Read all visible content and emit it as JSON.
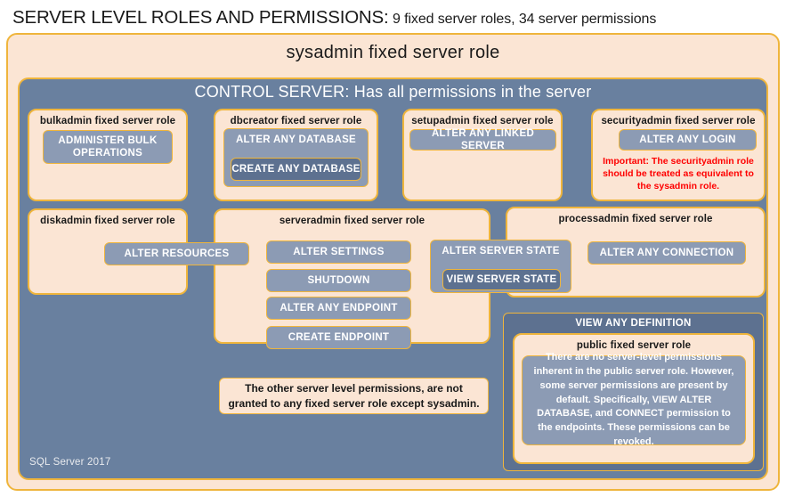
{
  "title": {
    "main": "SERVER LEVEL ROLES AND PERMISSIONS:",
    "sub": "9 fixed server roles, 34 server permissions"
  },
  "sysadmin": {
    "label": "sysadmin fixed server role"
  },
  "control_server": {
    "label": "CONTROL SERVER: Has all permissions in the server"
  },
  "roles": {
    "bulkadmin": {
      "title": "bulkadmin fixed server role",
      "permissions": [
        "ADMINISTER  BULK OPERATIONS"
      ]
    },
    "dbcreator": {
      "title": "dbcreator fixed server role",
      "outer_permission": "ALTER ANY DATABASE",
      "inner_permission": "CREATE  ANY DATABASE"
    },
    "setupadmin": {
      "title": "setupadmin fixed server role",
      "permissions": [
        "ALTER ANY LINKED SERVER"
      ]
    },
    "securityadmin": {
      "title": "securityadmin fixed server role",
      "permissions": [
        "ALTER ANY LOGIN"
      ],
      "warning": "Important:  The securityadmin role should  be treated as equivalent to the sysadmin role."
    },
    "diskadmin": {
      "title": "diskadmin fixed server role",
      "permissions": [
        "ALTER RESOURCES"
      ]
    },
    "serveradmin": {
      "title": "serveradmin fixed server role",
      "permissions": [
        "ALTER SETTINGS",
        "SHUTDOWN",
        "ALTER ANY ENDPOINT",
        "CREATE  ENDPOINT"
      ],
      "outer_permission": "ALTER SERVER STATE",
      "inner_permission": "VIEW SERVER STATE"
    },
    "processadmin": {
      "title": "processadmin fixed server role",
      "permissions": [
        "ALTER ANY CONNECTION"
      ]
    },
    "public": {
      "outer_permission": "VIEW ANY DEFINITION",
      "title": "public  fixed server role",
      "description": "There are no server-level permissions inherent in the public server role. However, some server permissions are present by default. Specifically, VIEW ALTER DATABASE, and CONNECT permission to the endpoints. These permissions can be revoked."
    }
  },
  "notes": {
    "other_permissions": "The other server level permissions,  are not granted to any fixed server role except sysadmin."
  },
  "footer": {
    "product": "SQL Server 2017"
  },
  "colors": {
    "peach": "#fbe5d4",
    "gold_border": "#efb53c",
    "slate": "#69809f",
    "perm_gray": "#8c9bb4",
    "perm_dark": "#5d7190",
    "warning_red": "#fe0000",
    "text_dark": "#1a1a1a",
    "text_light": "#ffffff"
  }
}
